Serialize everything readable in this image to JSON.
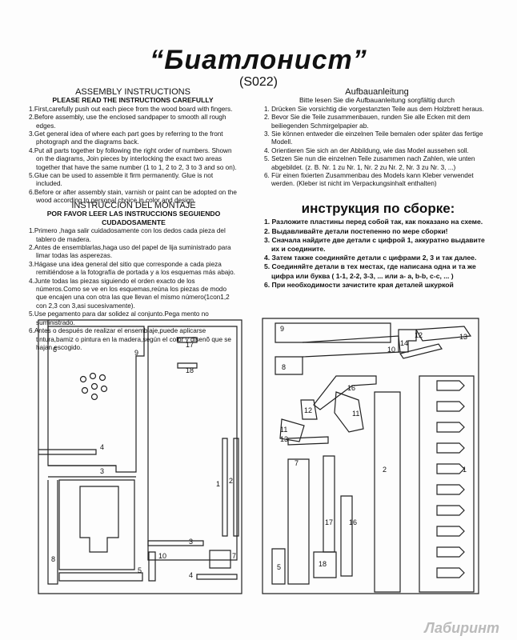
{
  "title": "“Биатлонист”",
  "code": "(S022)",
  "en": {
    "heading": "ASSEMBLY INSTRUCTIONS",
    "subheading": "PLEASE READ THE INSTRUCTIONS CAREFULLY",
    "items": [
      "1.First,carefully push out each piece from the wood board with fingers.",
      "2.Before assembly, use the enclosed sandpaper to smooth all rough edges.",
      "3.Get general idea of where each part goes by referring to the front photograph and the diagrams back.",
      "4.Put all parts together by following the right order of numbers. Shown on the diagrams, Join pieces by interlocking the exact two areas together that have the same number (1 to 1, 2 to 2, 3 to 3 and so on).",
      "5.Glue can be used to assemble it firm permanently. Glue is not included.",
      "6.Before or after assembly stain, varnish or paint can be adopted on the wood according to personal choice in color and design."
    ]
  },
  "de": {
    "heading": "Aufbauanleitung",
    "subheading": "Bitte lesen Sie die Aufbauanleitung sorgfältig durch",
    "items": [
      "1. Drücken Sie vorsichtig die vorgestanzten Teile aus dem Holzbrett heraus.",
      "2. Bevor Sie die Teile zusammenbauen, runden Sie alle Ecken mit dem beiliegenden Schmirgelpapier ab.",
      "3. Sie können entweder die einzelnen Teile bemalen oder später das fertige Modell.",
      "4. Orientieren Sie sich an der Abbildung, wie das Model aussehen soll.",
      "5. Setzen Sie nun die einzelnen Teile zusammen nach Zahlen, wie unten abgebildet. (z. B. Nr. 1 zu Nr. 1, Nr. 2 zu Nr. 2, Nr. 3 zu Nr. 3, ...)",
      "6. Für einen fixierten Zusammenbau des Models kann Kleber verwendet werden. (Kleber ist nicht im Verpackungsinhalt enthalten)"
    ]
  },
  "es": {
    "heading": "INSTRUCCION DEL MONTAJE",
    "subheading": "POR FAVOR LEER LAS INSTRUCCIONS SEGUIENDO CUDADOSAMENTE",
    "items": [
      "1.Primero ,haga salir cuidadosamente con los dedos cada pieza del tablero de madera.",
      "2.Antes de ensemblarlas,haga uso del papel de lija suministrado para limar todas las asperezas.",
      "3.Hágase una idea general del sitio que corresponde a cada pieza remitiéndose a la fotografía de portada y a los esquemas más abajo.",
      "4.Junte todas las piezas siguiendo el orden exacto de los números.Como se ve en los esquemas,reúna los piezas de modo que encajen una con otra las que llevan el mismo número(1con1,2 con 2,3 con 3,asi sucesivamente).",
      "5.Use pegamento para dar solidez al conjunto.Pega mento no suministrado.",
      "6.Antes o después de realizar el ensemblaje,puede aplicarse tintura,bamiz o pintura en la madera,según el color y disenõ que se hajan escogido."
    ]
  },
  "ru": {
    "heading": "инструкция по сборке:",
    "items": [
      "1. Разложите пластины перед собой так, как показано на схеме.",
      "2. Выдавливайте детали постепенно по мере сборки!",
      "3. Сначала найдите две детали с цифрой 1, аккуратно выдавите их и соедините.",
      "4. Затем также соединяйте детали с цифрами 2, 3 и так далее.",
      "5. Соединяйте детали в тех местах, где написана одна и та же цифра или буква ( 1-1, 2-2, 3-3, ... или а- а, b-b, c-c, ... )",
      "6. При необходимости зачистите края деталей шкуркой"
    ]
  },
  "board_left": {
    "labels": [
      "6",
      "9",
      "17",
      "18",
      "4",
      "3",
      "1",
      "2",
      "8",
      "5",
      "10",
      "3",
      "7",
      "4"
    ]
  },
  "board_right": {
    "labels": [
      "9",
      "8",
      "10",
      "12",
      "14",
      "13",
      "16",
      "11",
      "12",
      "11",
      "13",
      "7",
      "2",
      "1",
      "17",
      "16",
      "5",
      "18"
    ]
  },
  "watermark": "Лабиринт"
}
